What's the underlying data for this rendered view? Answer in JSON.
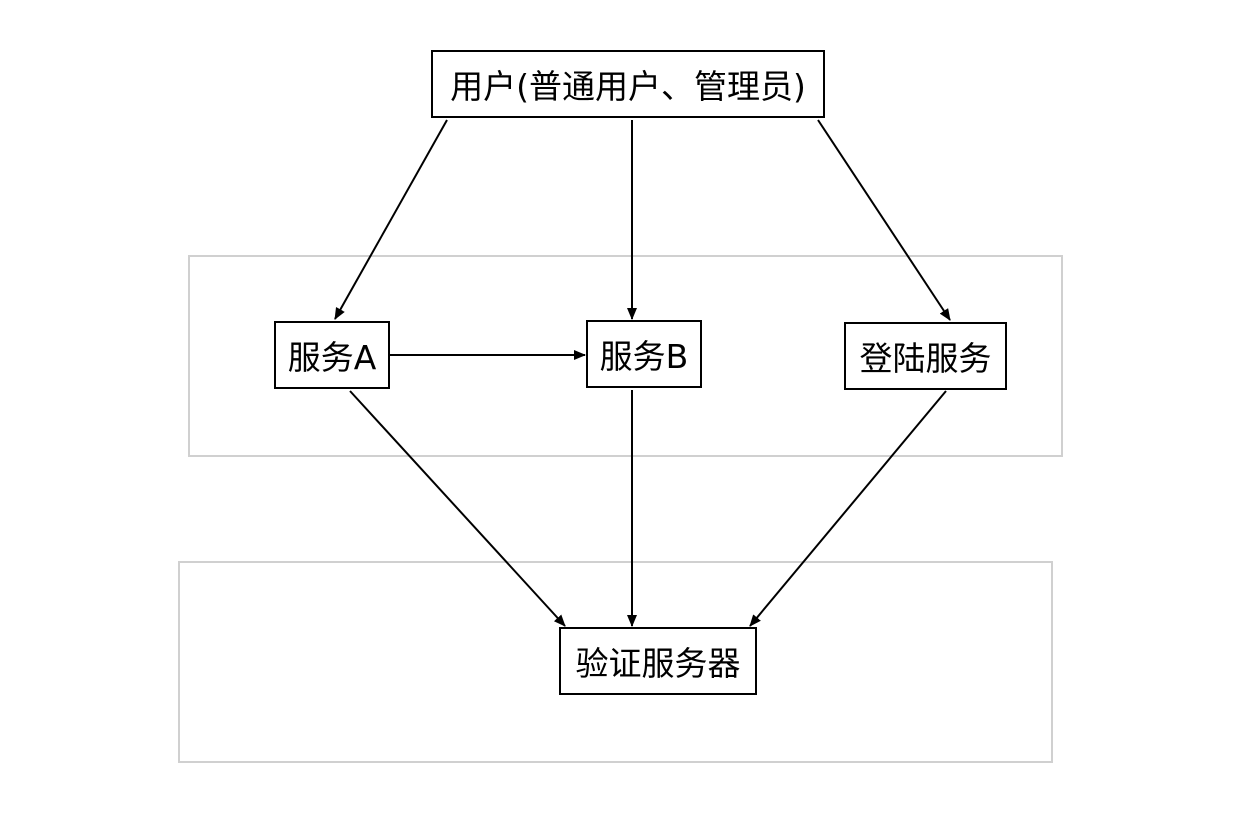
{
  "nodes": {
    "user": "用户(普通用户、管理员)",
    "service_a": "服务A",
    "service_b": "服务B",
    "login_service": "登陆服务",
    "auth_server": "验证服务器"
  },
  "colors": {
    "node_border": "#000000",
    "group_border": "#d0d0d0",
    "edge": "#000000",
    "background": "#ffffff"
  }
}
